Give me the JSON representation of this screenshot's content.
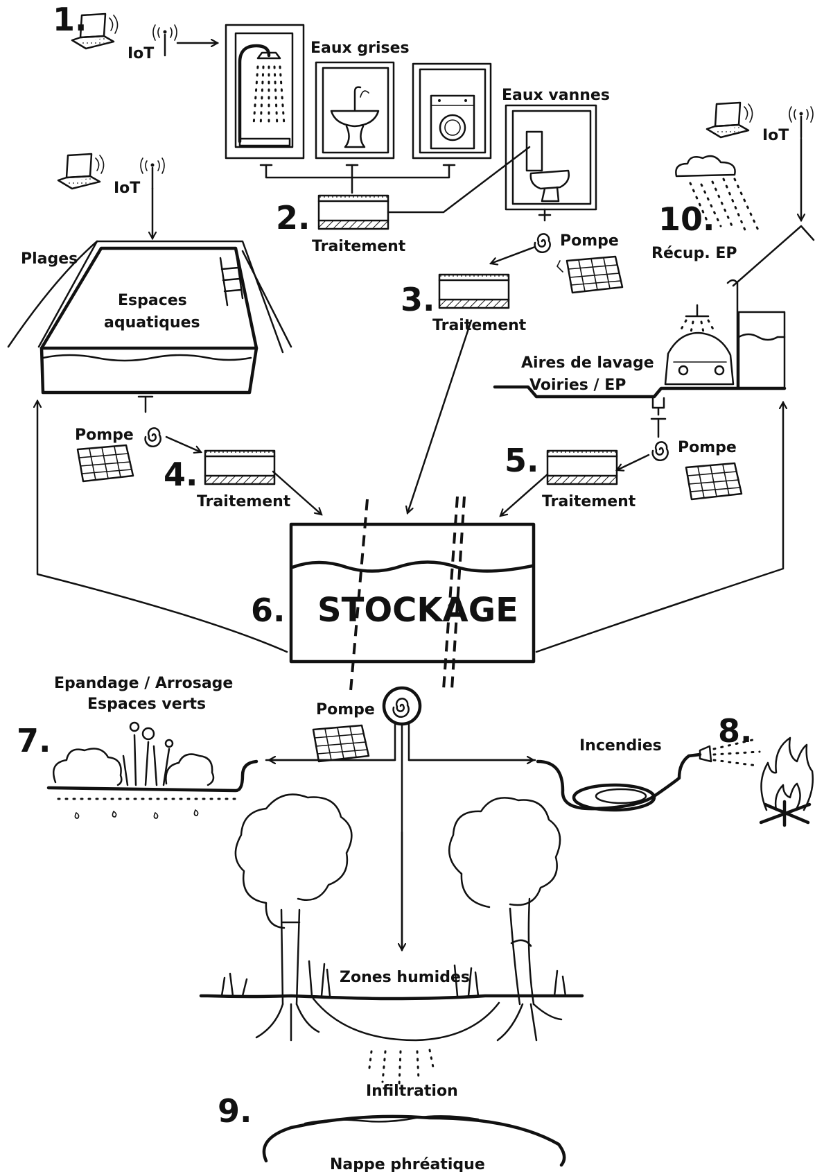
{
  "labels": {
    "iot": "IoT",
    "eaux_grises": "Eaux grises",
    "eaux_vannes": "Eaux vannes",
    "traitement": "Traitement",
    "pompe": "Pompe",
    "plages": "Plages",
    "espaces_aquatiques_1": "Espaces",
    "espaces_aquatiques_2": "aquatiques",
    "recup_ep": "Récup. EP",
    "aires_lavage": "Aires de lavage",
    "voiries_ep": "Voiries / EP",
    "stockage": "STOCKAGE",
    "epandage": "Epandage / Arrosage",
    "espaces_verts": "Espaces verts",
    "incendies": "Incendies",
    "zones_humides": "Zones humides",
    "infiltration": "Infiltration",
    "nappe": "Nappe phréatique"
  },
  "steps": {
    "s1": "1.",
    "s2": "2.",
    "s3": "3.",
    "s4": "4.",
    "s5": "5.",
    "s6": "6.",
    "s7": "7.",
    "s8": "8.",
    "s9": "9.",
    "s10": "10."
  },
  "icons": [
    "laptop-icon",
    "antenna-icon",
    "shower-icon",
    "sink-icon",
    "washing-machine-icon",
    "toilet-icon",
    "pump-spiral-icon",
    "solar-panel-icon",
    "treatment-filter-icon",
    "pool-icon",
    "car-wash-icon",
    "rain-cloud-icon",
    "house-roof-icon",
    "plants-icon",
    "hose-icon",
    "fire-icon",
    "tree-icon"
  ]
}
